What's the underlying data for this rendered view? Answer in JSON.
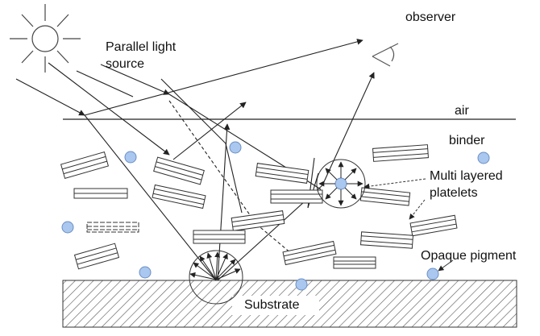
{
  "labels": {
    "observer": "observer",
    "light_source_line1": "Parallel light",
    "light_source_line2": "source",
    "air": "air",
    "binder": "binder",
    "platelets_line1": "Multi layered",
    "platelets_line2": "platelets",
    "opaque_pigment": "Opaque pigment",
    "substrate": "Substrate"
  },
  "colors": {
    "line": "#222222",
    "pigment_fill": "#a9c7ef",
    "pigment_stroke": "#6b8fc4",
    "hatch": "#555555"
  },
  "icons": {
    "sun": "sun-icon",
    "eye": "eye-icon"
  }
}
